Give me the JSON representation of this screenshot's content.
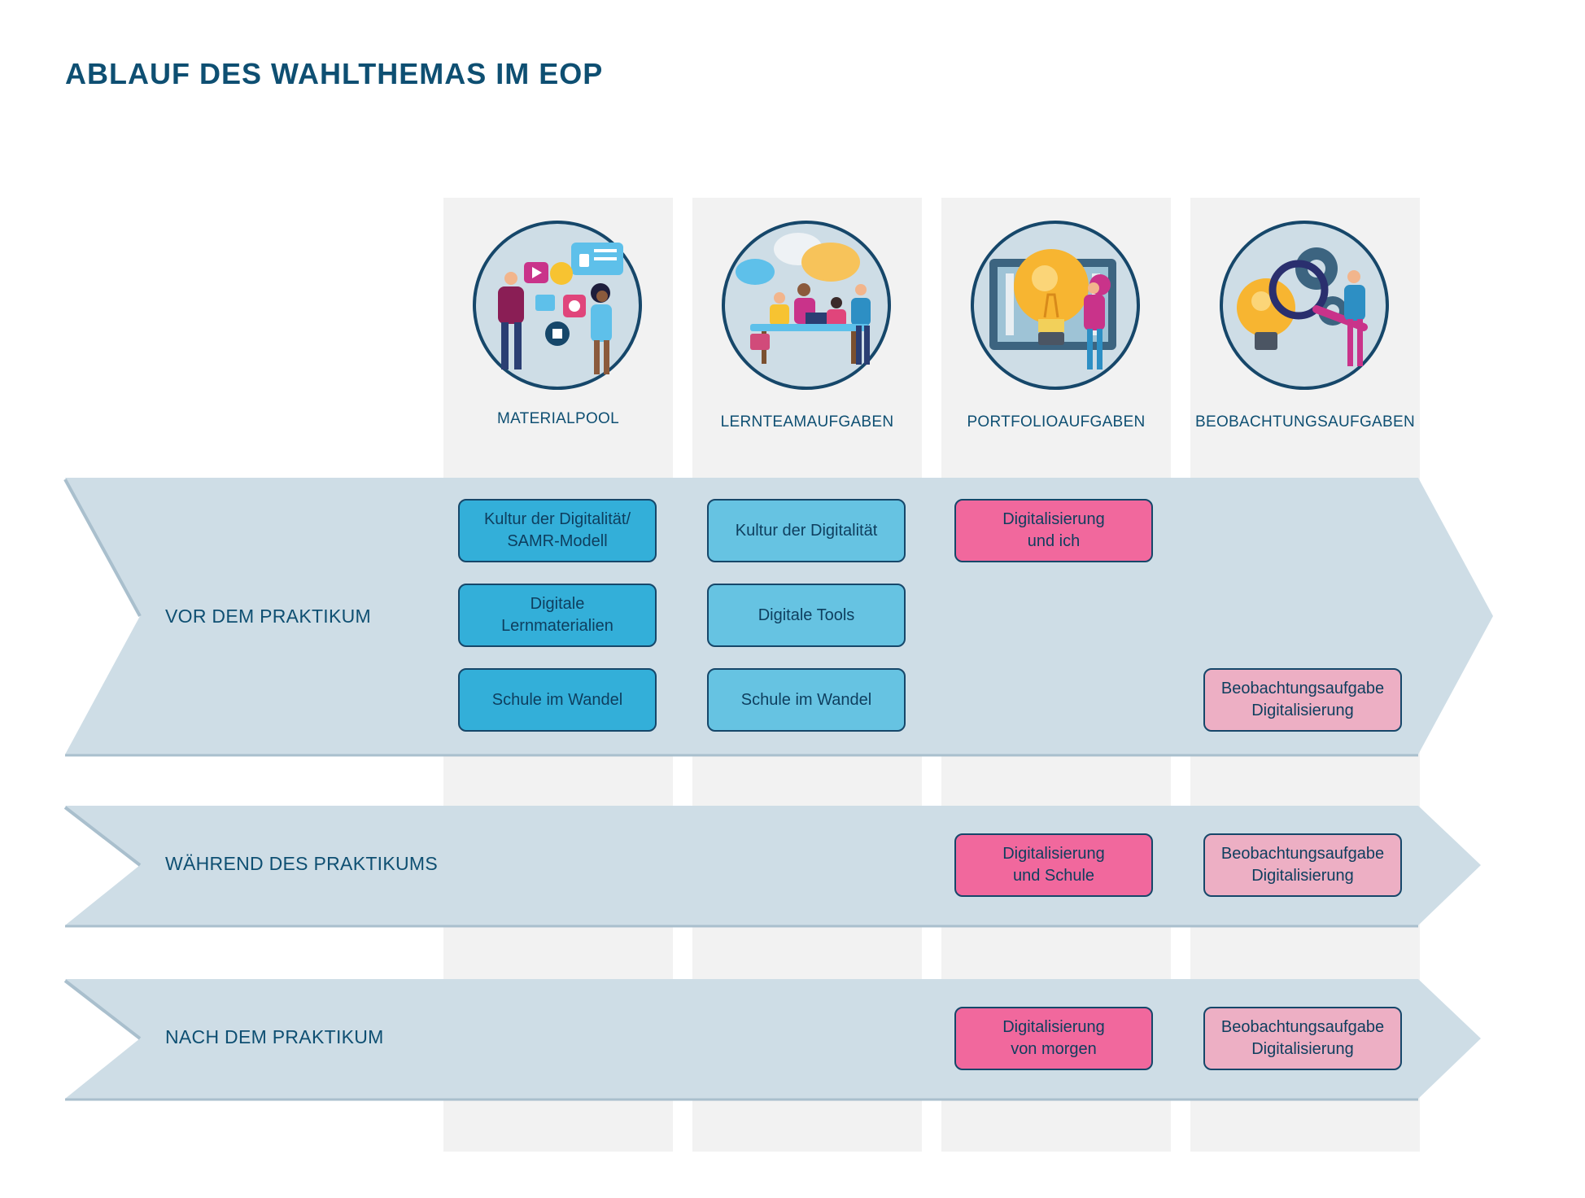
{
  "title": "ABLAUF DES WAHLTHEMAS IM EOP",
  "columns": [
    {
      "label": "MATERIALPOOL",
      "icon": "social-media-people-icon"
    },
    {
      "label": "LERNTEAMAUFGABEN",
      "icon": "team-meeting-icon"
    },
    {
      "label": "PORTFOLIOAUFGABEN",
      "icon": "lightbulb-presentation-icon"
    },
    {
      "label": "BEOBACHTUNGSAUFGABEN",
      "icon": "lightbulb-magnifier-gears-icon"
    }
  ],
  "phases": [
    {
      "label": "VOR DEM PRAKTIKUM"
    },
    {
      "label": "WÄHREND DES PRAKTIKUMS"
    },
    {
      "label": "NACH DEM PRAKTIKUM"
    }
  ],
  "cards": {
    "vor": {
      "materialpool": [
        "Kultur der Digitalität/\nSAMR-Modell",
        "Digitale\nLernmaterialien",
        "Schule im Wandel"
      ],
      "lernteam": [
        "Kultur der Digitalität",
        "Digitale Tools",
        "Schule im Wandel"
      ],
      "portfolio": [
        "Digitalisierung\nund ich"
      ],
      "beobachtung": [
        "Beobachtungsaufgabe\nDigitalisierung"
      ]
    },
    "waehrend": {
      "portfolio": [
        "Digitalisierung\nund Schule"
      ],
      "beobachtung": [
        "Beobachtungsaufgabe\nDigitalisierung"
      ]
    },
    "nach": {
      "portfolio": [
        "Digitalisierung\nvon morgen"
      ],
      "beobachtung": [
        "Beobachtungsaufgabe\nDigitalisierung"
      ]
    }
  },
  "colors": {
    "title": "#0e4f72",
    "arrow": "#cedde6",
    "materialpool": "#33afd9",
    "lernteam": "#66c3e2",
    "portfolio": "#f1689d",
    "beobachtung": "#edafc4"
  }
}
